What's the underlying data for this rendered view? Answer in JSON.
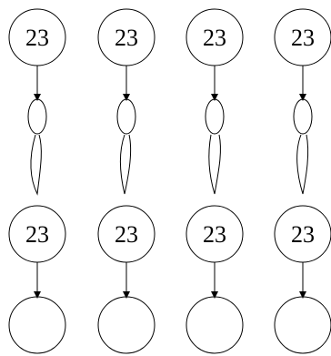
{
  "diagram": {
    "columns": [
      {
        "top_label": "23",
        "bottom_label": "23"
      },
      {
        "top_label": "23",
        "bottom_label": "23"
      },
      {
        "top_label": "23",
        "bottom_label": "23"
      },
      {
        "top_label": "23",
        "bottom_label": "23"
      }
    ],
    "colors": {
      "stroke": "#000000",
      "background": "#ffffff"
    }
  }
}
